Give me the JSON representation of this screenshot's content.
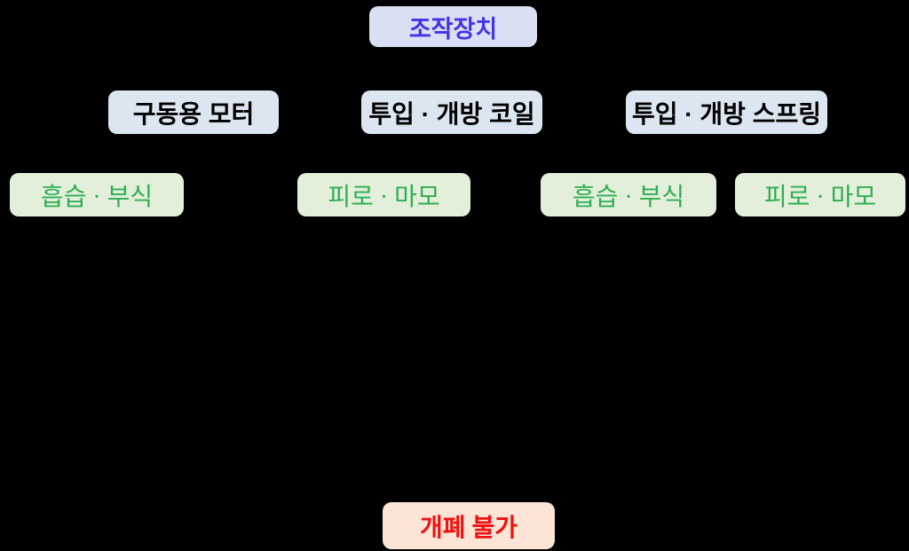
{
  "diagram": {
    "background_color": "#000000",
    "root_node": {
      "label": "조작장치"
    },
    "component_nodes": [
      {
        "label": "구동용 모터"
      },
      {
        "label": "투입 · 개방 코일"
      },
      {
        "label": "투입 · 개방 스프링"
      }
    ],
    "failure_nodes": [
      {
        "label": "흡습 · 부식"
      },
      {
        "label": "피로 · 마모"
      },
      {
        "label": "흡습 · 부식"
      },
      {
        "label": "피로 · 마모"
      }
    ],
    "outcome_node": {
      "label": "개폐 불가"
    },
    "colors": {
      "root_fill": "#d9e0f3",
      "root_text": "#4433e8",
      "component_fill": "#dce6f1",
      "component_text": "#000000",
      "failure_fill": "#e3efda",
      "failure_text": "#2fae54",
      "outcome_fill": "#fce4d6",
      "outcome_text": "#f01111"
    }
  }
}
